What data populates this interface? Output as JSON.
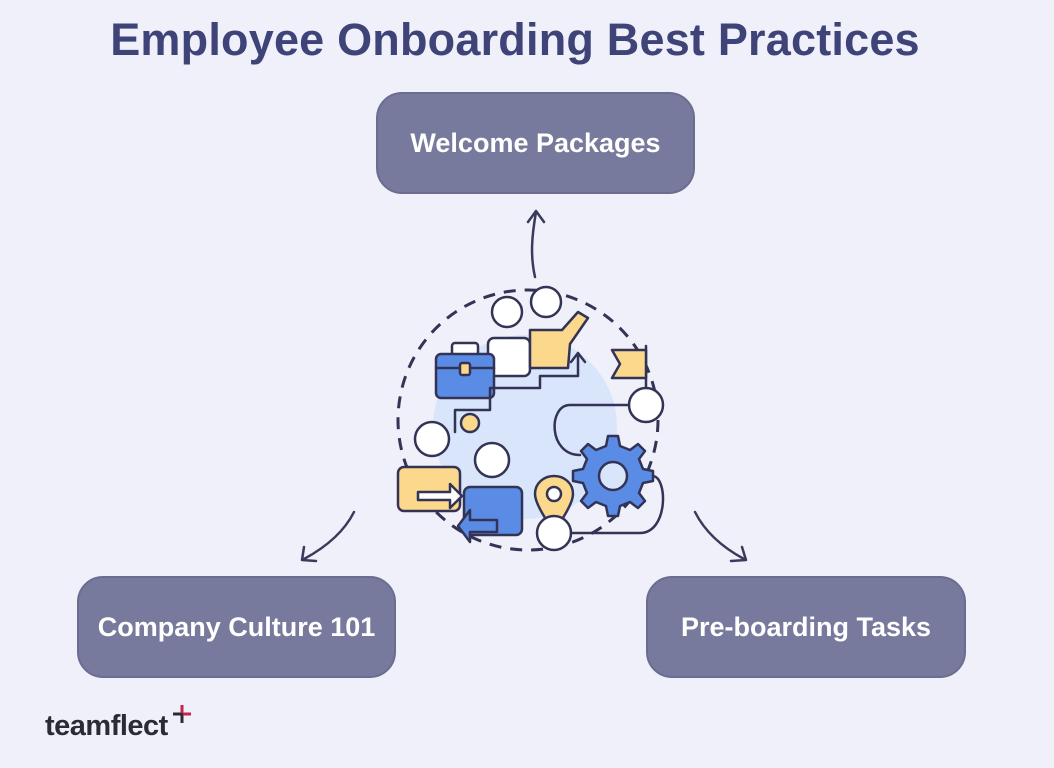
{
  "title": "Employee Onboarding Best Practices",
  "nodes": {
    "top": "Welcome Packages",
    "left": "Company Culture 101",
    "right": "Pre-boarding Tasks"
  },
  "brand": {
    "name": "teamflect",
    "accent_color": "#c8234b"
  },
  "colors": {
    "background": "#f0f0fa",
    "title": "#3f4478",
    "box_fill": "#777a9c",
    "icon_blue": "#5a8ce6",
    "icon_yellow": "#fbd88c",
    "icon_line": "#333356"
  }
}
